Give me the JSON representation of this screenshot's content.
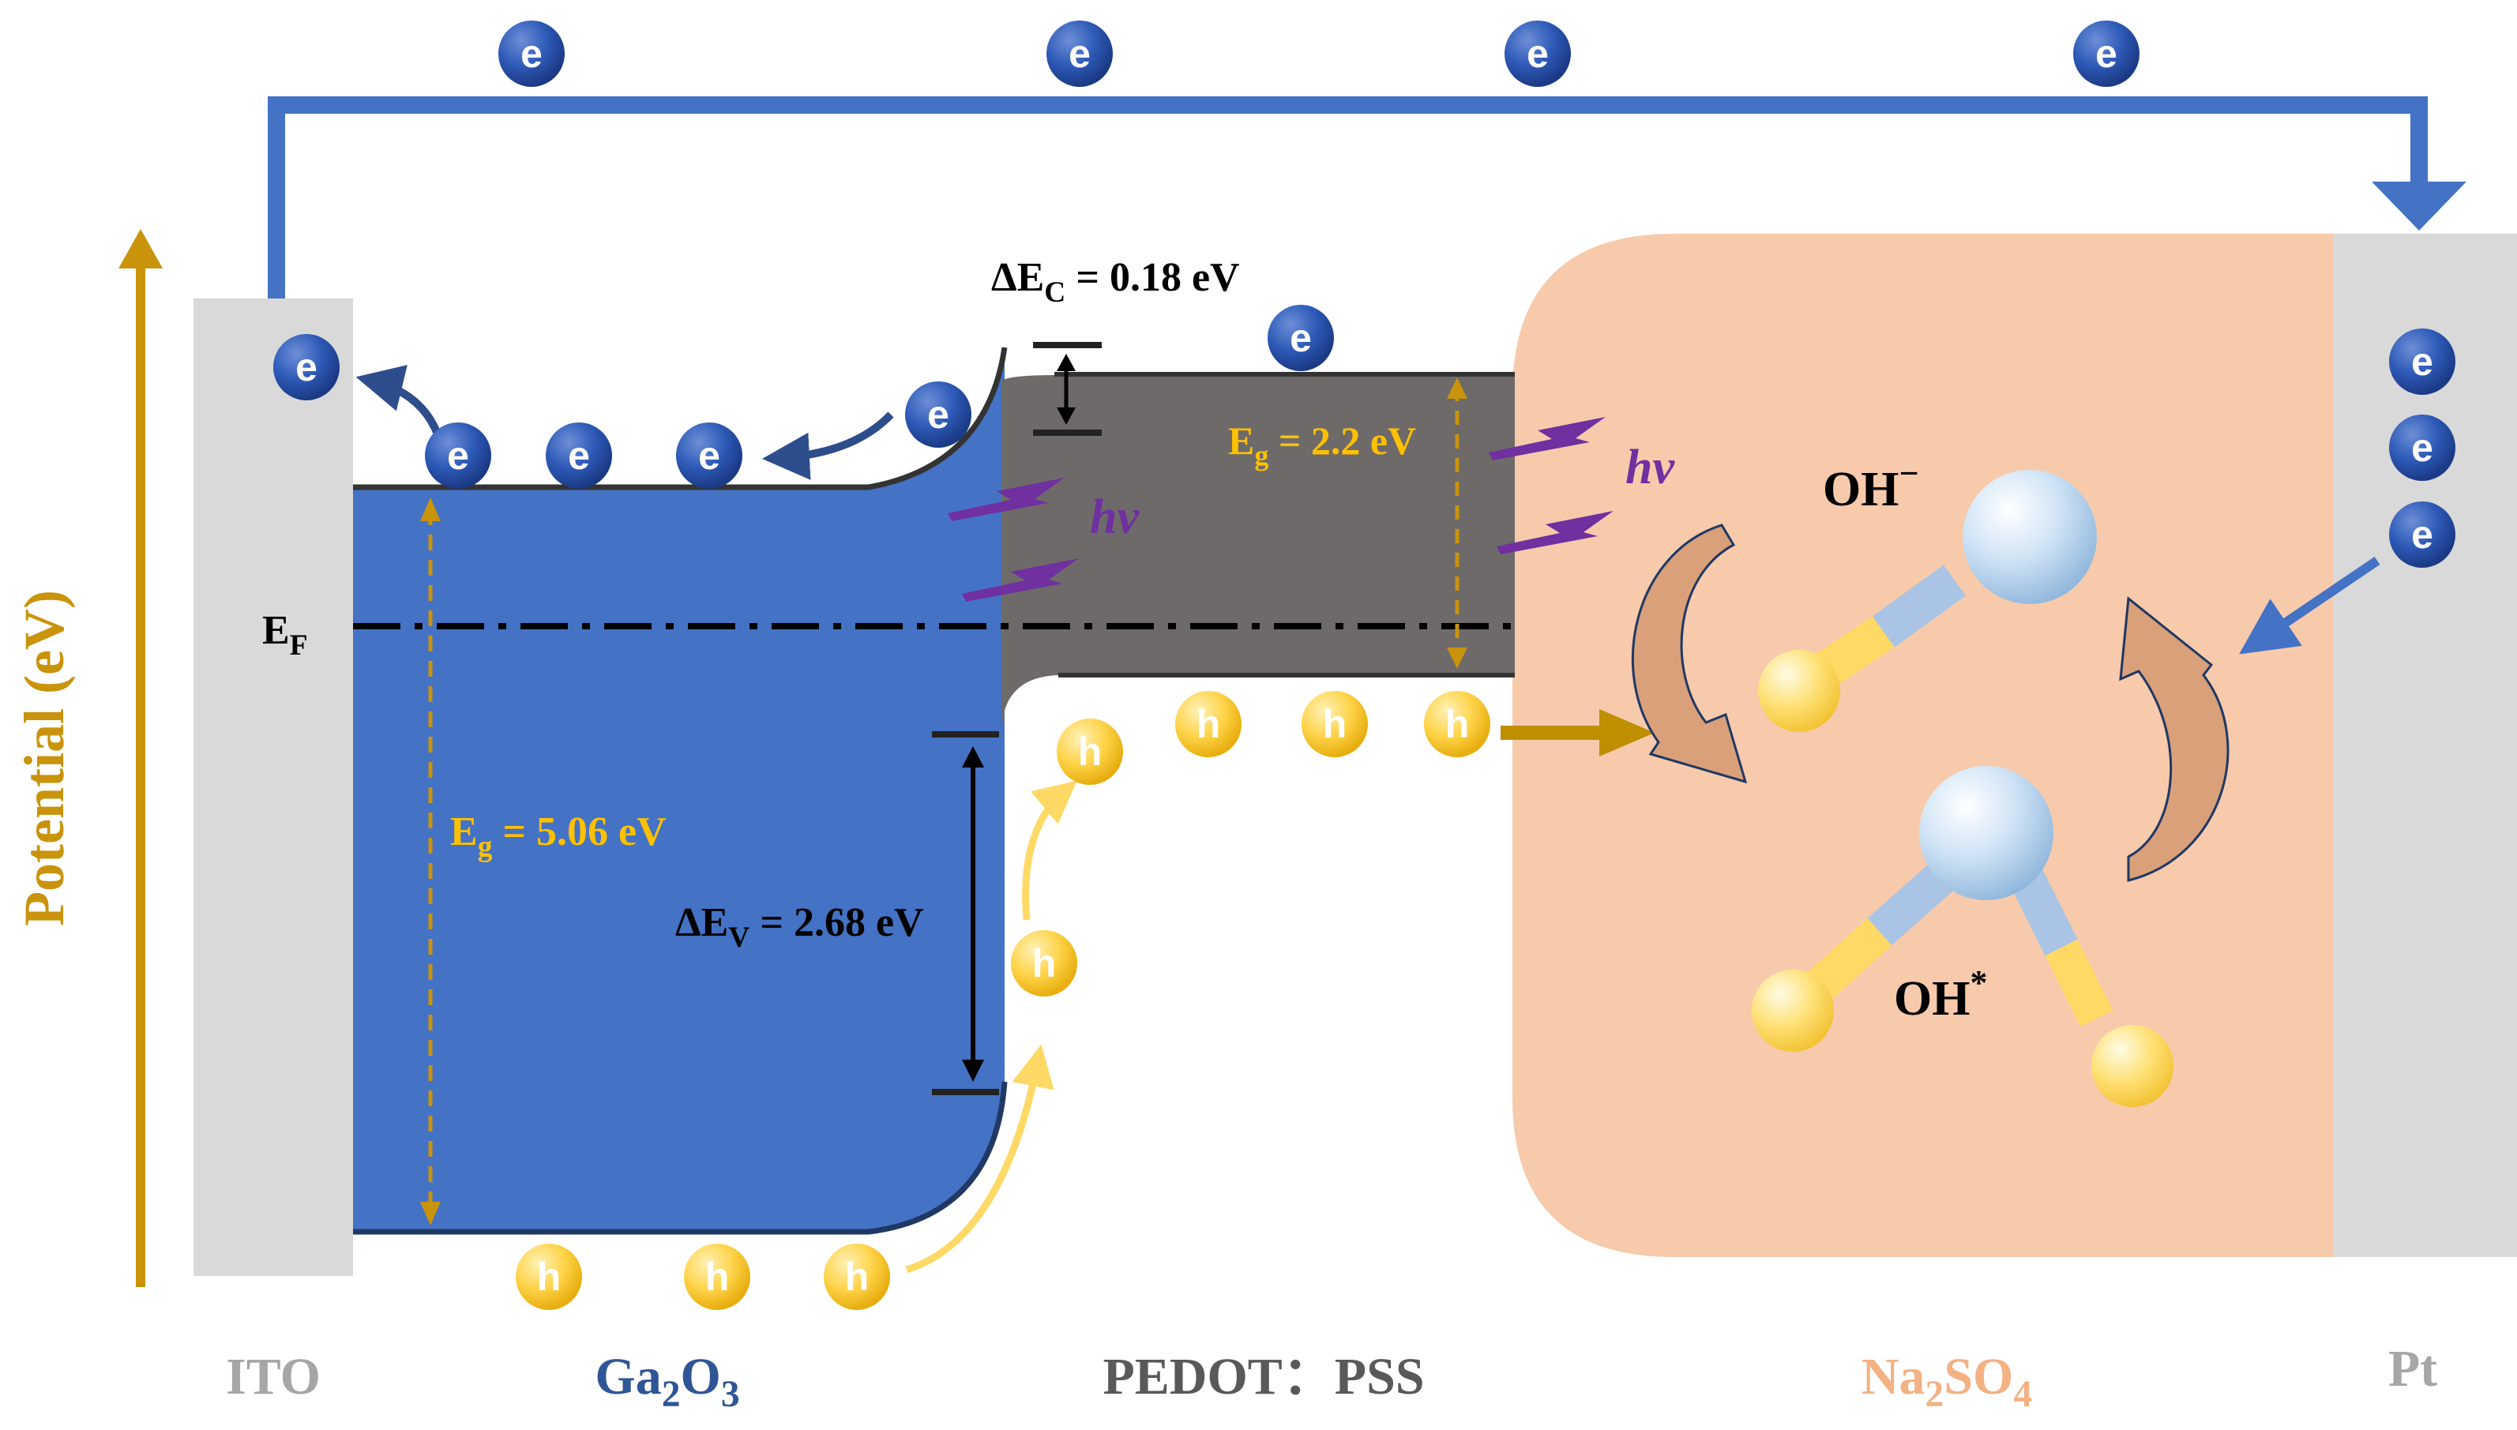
{
  "y_axis": {
    "label": "Potential (eV)"
  },
  "layers": {
    "ito": "ITO",
    "ga2o3": {
      "main": "Ga",
      "sub1": "2",
      "mid": "O",
      "sub2": "3"
    },
    "pedot": "PEDOT：PSS",
    "na2so4": {
      "p1": "Na",
      "s1": "2",
      "p2": "SO",
      "s2": "4"
    },
    "pt": "Pt"
  },
  "fermi": {
    "main": "E",
    "sub": "F"
  },
  "annotations": {
    "delta_ec": {
      "pre": "ΔE",
      "sub": "C",
      "post": " = 0.18 eV"
    },
    "delta_ev": {
      "pre": "ΔE",
      "sub": "V",
      "post": " = 2.68 eV"
    },
    "eg_ga2o3": {
      "pre": "E",
      "sub": "g",
      "post": " = 5.06 eV"
    },
    "eg_pedot": {
      "pre": "E",
      "sub": "g",
      "post": " = 2.2 eV"
    },
    "hv": "hv",
    "oh_minus": {
      "text": "OH",
      "sup": "−"
    },
    "oh_star": {
      "text": "OH",
      "sup": "*"
    }
  },
  "carriers": {
    "electron": "e",
    "hole": "h"
  },
  "colors": {
    "blue": "#4472C4",
    "dark_blue": "#2E4D8C",
    "gray_band": "#6E6A6A",
    "electrode": "#D9D9D9",
    "electrolyte": "#F7CAAC",
    "gold": "#C9930C",
    "hole_yellow": "#FFC000",
    "purple": "#7030A0",
    "label_gray": "#A6A6A6",
    "label_blue": "#2F5597",
    "label_dark": "#595959",
    "label_orange": "#F4B183",
    "arrow_brown": "#D9A07A"
  }
}
